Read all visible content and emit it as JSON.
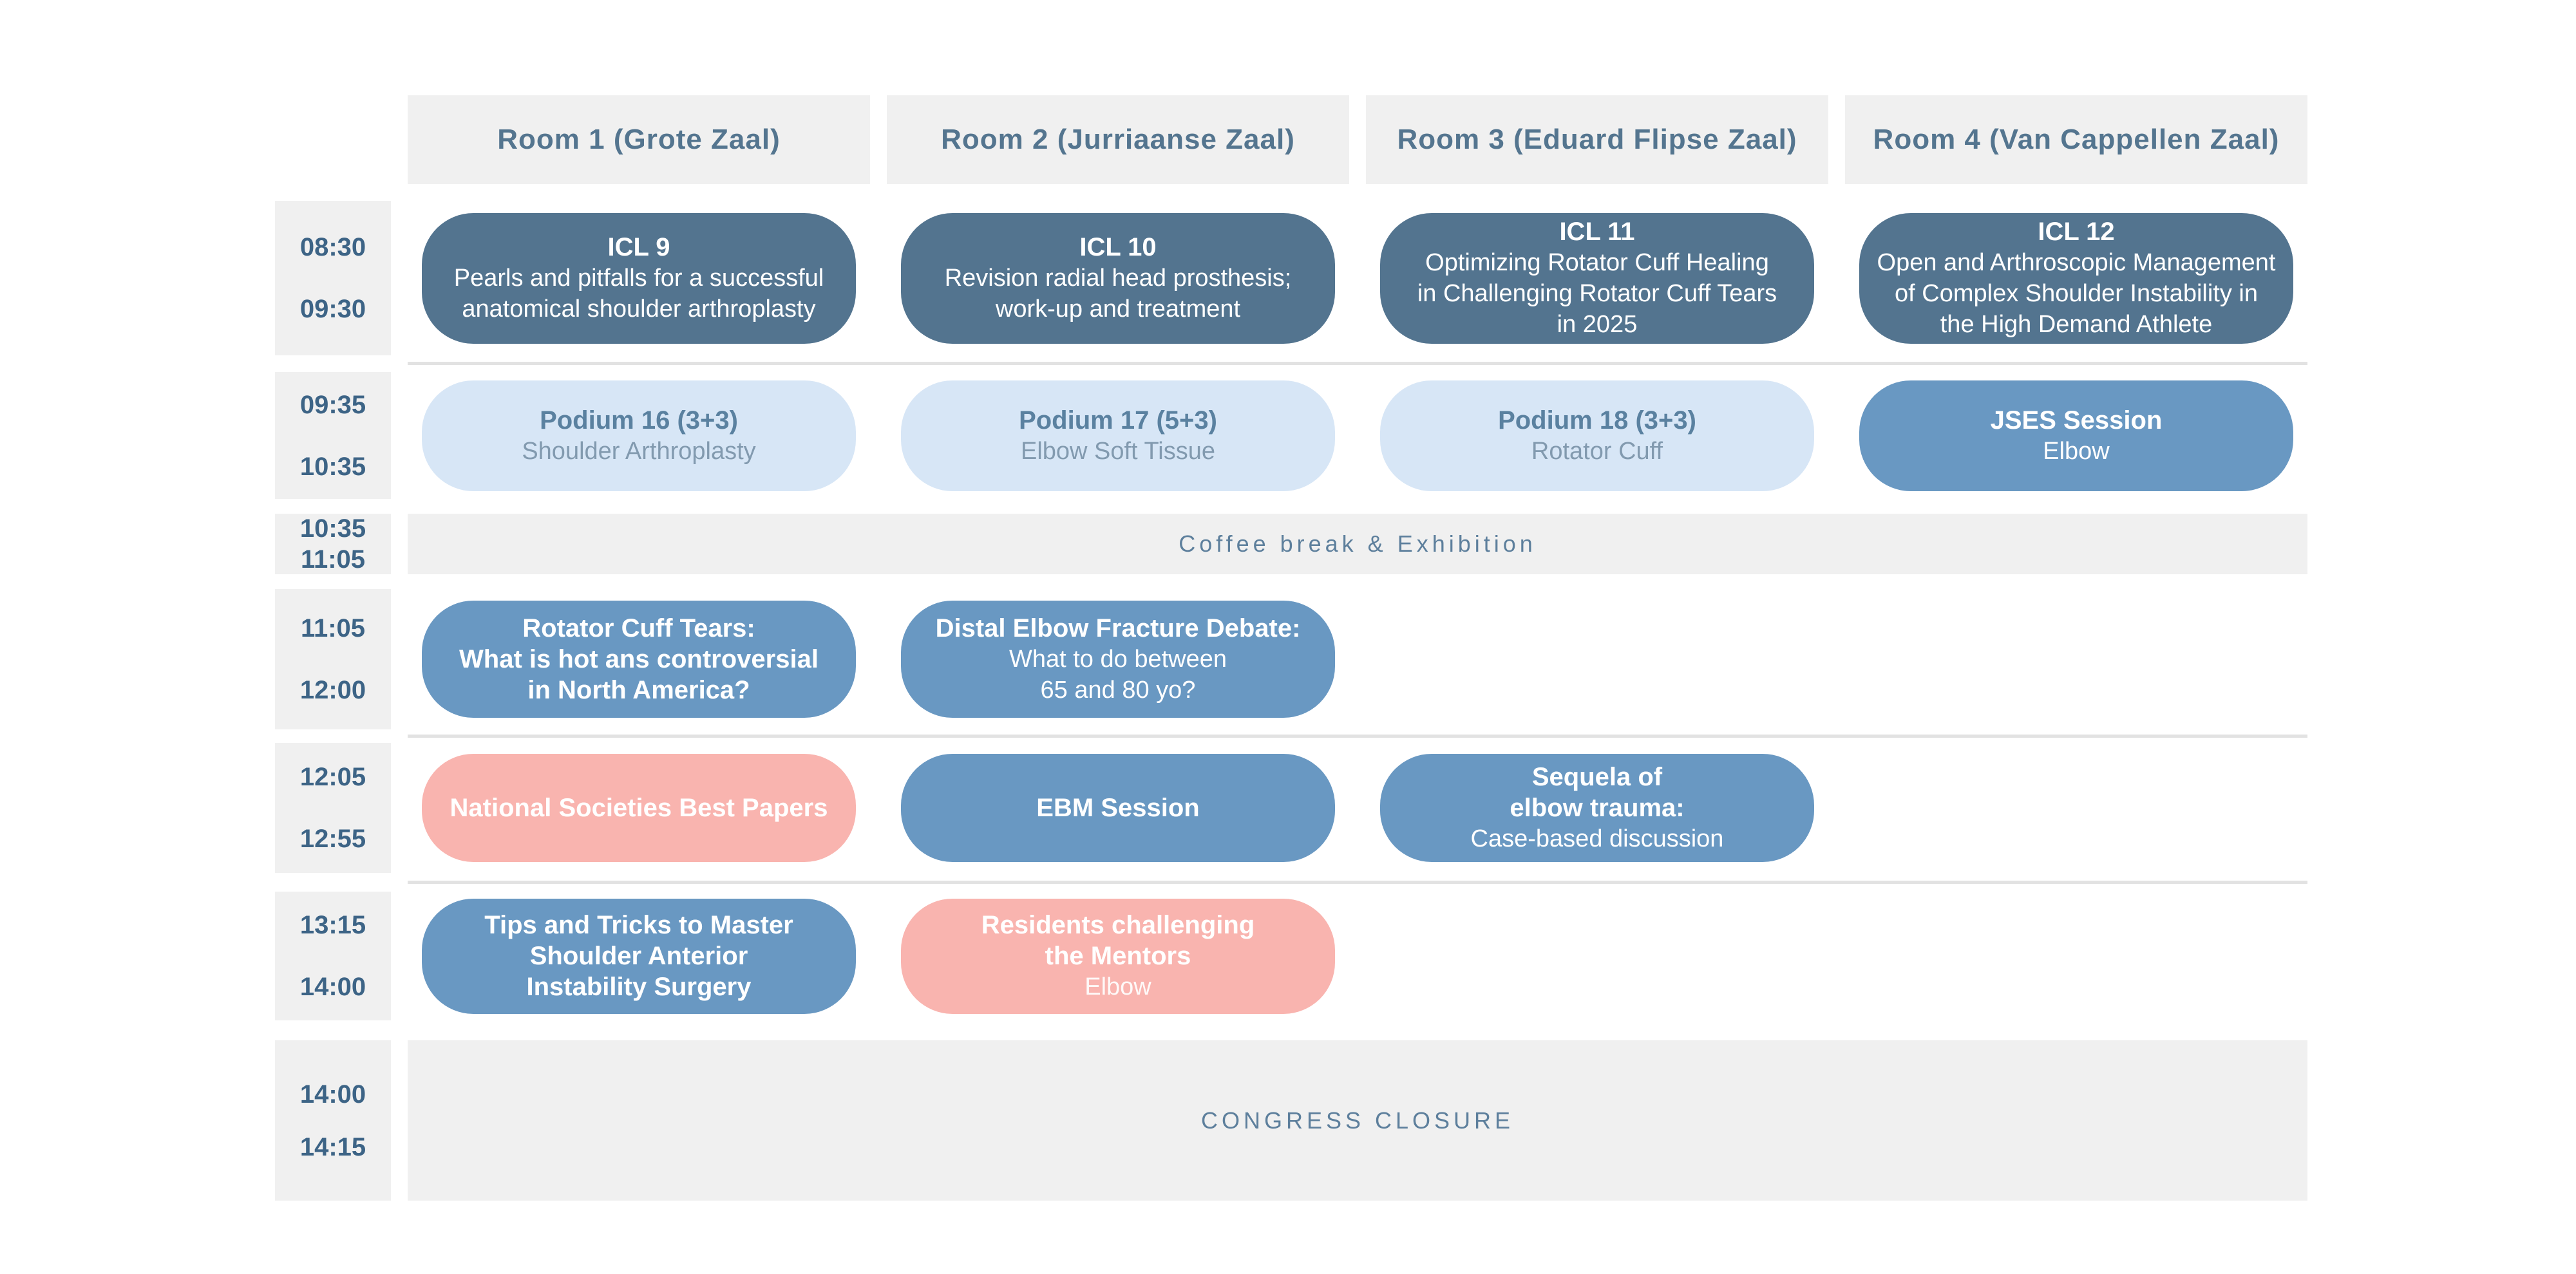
{
  "colors": {
    "dark_session": "#53748F",
    "medium_session": "#6998C2",
    "light_session": "#D7E6F6",
    "pink_session": "#F9B4AF",
    "header_bg": "#F0F0F0",
    "time_bg": "#F0F0F0",
    "banner_bg": "#F0F0F0",
    "header_text": "#54758F",
    "time_text": "#3D6486",
    "light_title_text": "#5A81A0",
    "light_body_text": "#829AAF",
    "banner_text": "#5D7F9C",
    "divider": "#E2E2E2",
    "white_text": "#FFFFFF"
  },
  "rooms": [
    "Room 1 (Grote Zaal)",
    "Room 2 (Jurriaanse Zaal)",
    "Room 3 (Eduard Flipse Zaal)",
    "Room 4 (Van Cappellen Zaal)"
  ],
  "rows": [
    {
      "start": "08:30",
      "end": "09:30",
      "type": "sessions",
      "sessions": [
        {
          "col": 1,
          "variant": "dark",
          "title_lines": [
            "ICL 9"
          ],
          "body_lines": [
            "Pearls and pitfalls for a successful",
            "anatomical shoulder arthroplasty"
          ]
        },
        {
          "col": 2,
          "variant": "dark",
          "title_lines": [
            "ICL 10"
          ],
          "body_lines": [
            "Revision radial head prosthesis;",
            "work-up and treatment"
          ]
        },
        {
          "col": 3,
          "variant": "dark",
          "title_lines": [
            "ICL 11"
          ],
          "body_lines": [
            "Optimizing Rotator Cuff Healing",
            "in Challenging Rotator Cuff Tears",
            "in 2025"
          ]
        },
        {
          "col": 4,
          "variant": "dark",
          "title_lines": [
            "ICL 12"
          ],
          "body_lines": [
            "Open and Arthroscopic Management",
            "of Complex Shoulder Instability in",
            "the High Demand Athlete"
          ]
        }
      ]
    },
    {
      "start": "09:35",
      "end": "10:35",
      "type": "sessions",
      "sessions": [
        {
          "col": 1,
          "variant": "light",
          "title_lines": [
            "Podium 16 (3+3)"
          ],
          "body_lines": [
            "Shoulder Arthroplasty"
          ]
        },
        {
          "col": 2,
          "variant": "light",
          "title_lines": [
            "Podium 17 (5+3)"
          ],
          "body_lines": [
            "Elbow Soft Tissue"
          ]
        },
        {
          "col": 3,
          "variant": "light",
          "title_lines": [
            "Podium 18 (3+3)"
          ],
          "body_lines": [
            "Rotator Cuff"
          ]
        },
        {
          "col": 4,
          "variant": "medium",
          "title_lines": [
            "JSES Session"
          ],
          "body_lines": [
            "Elbow"
          ]
        }
      ]
    },
    {
      "start": "10:35",
      "end": "11:05",
      "type": "banner",
      "label": "Coffee break & Exhibition"
    },
    {
      "start": "11:05",
      "end": "12:00",
      "type": "sessions",
      "sessions": [
        {
          "col": 1,
          "variant": "medium",
          "title_lines": [
            "Rotator Cuff Tears:",
            "What is hot ans controversial",
            "in North America?"
          ],
          "body_lines": []
        },
        {
          "col": 2,
          "variant": "medium",
          "title_lines": [
            "Distal Elbow Fracture Debate:"
          ],
          "body_lines": [
            "What to do between",
            "65 and 80 yo?"
          ]
        }
      ]
    },
    {
      "start": "12:05",
      "end": "12:55",
      "type": "sessions",
      "sessions": [
        {
          "col": 1,
          "variant": "pink",
          "title_lines": [
            "National Societies Best Papers"
          ],
          "body_lines": []
        },
        {
          "col": 2,
          "variant": "medium",
          "title_lines": [
            "EBM Session"
          ],
          "body_lines": []
        },
        {
          "col": 3,
          "variant": "medium",
          "title_lines": [
            "Sequela of",
            "elbow trauma:"
          ],
          "body_lines": [
            "Case-based discussion"
          ]
        }
      ]
    },
    {
      "start": "13:15",
      "end": "14:00",
      "type": "sessions",
      "sessions": [
        {
          "col": 1,
          "variant": "medium",
          "title_lines": [
            "Tips and Tricks to Master",
            "Shoulder Anterior",
            "Instability Surgery"
          ],
          "body_lines": []
        },
        {
          "col": 2,
          "variant": "pink",
          "title_lines": [
            "Residents challenging",
            "the Mentors"
          ],
          "body_lines": [
            "Elbow"
          ]
        }
      ]
    },
    {
      "start": "14:00",
      "end": "14:15",
      "type": "banner",
      "label": "CONGRESS CLOSURE"
    }
  ]
}
